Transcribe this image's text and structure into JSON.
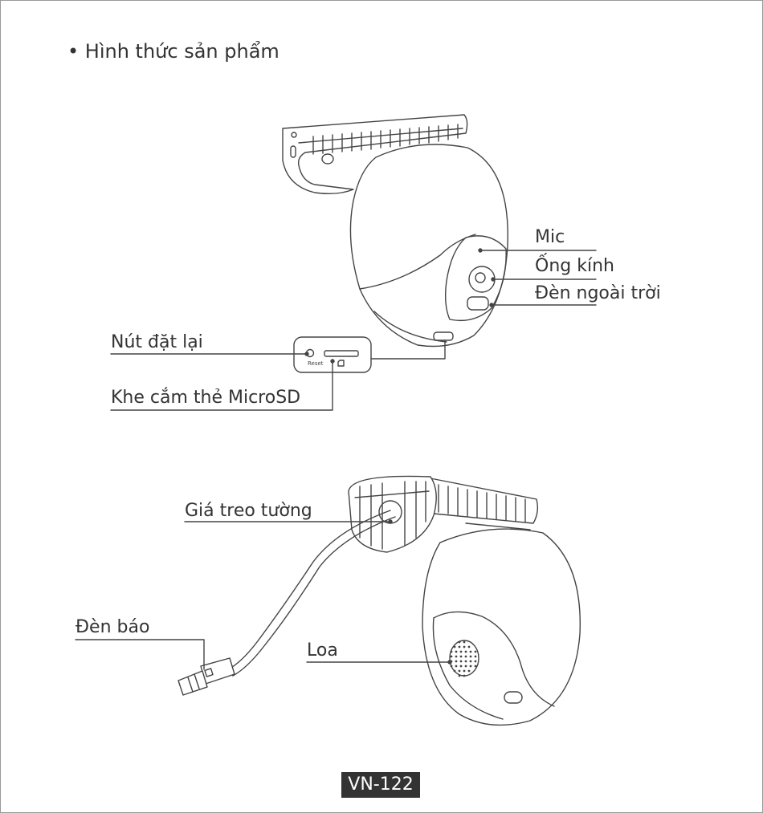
{
  "heading": "• Hình thức sản phẩm",
  "labels": {
    "mic": "Mic",
    "lens": "Ống kính",
    "outdoor_light": "Đèn ngoài trời",
    "reset_button": "Nút đặt lại",
    "microsd_slot": "Khe cắm thẻ MicroSD",
    "wall_mount": "Giá treo tường",
    "indicator_light": "Đèn báo",
    "speaker": "Loa"
  },
  "reset_text": "Reset",
  "page_number": "VN-122",
  "colors": {
    "line": "#444444",
    "page_badge": "#333333"
  }
}
